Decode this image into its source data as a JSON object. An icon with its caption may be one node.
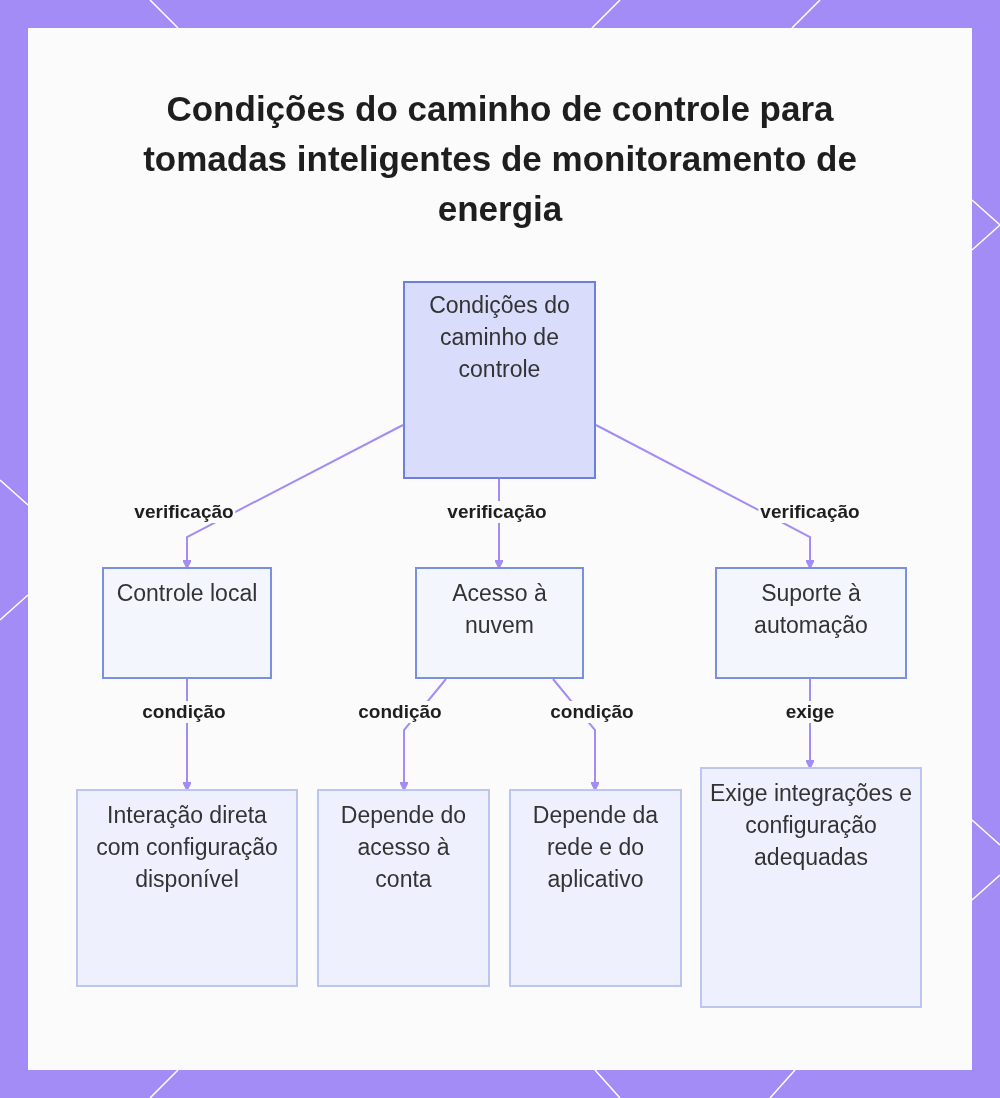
{
  "diagram": {
    "title": "Condições do caminho de controle para tomadas inteligentes de monitoramento de energia",
    "nodes": [
      {
        "text": [
          "Condições do caminho de controle"
        ]
      },
      {
        "text": [
          "Controle local"
        ]
      },
      {
        "text": [
          "Acesso à nuvem"
        ]
      },
      {
        "text": [
          "Suporte à automação"
        ]
      },
      {
        "text": [
          "Interação direta com configuração disponível"
        ]
      },
      {
        "text": [
          "Depende do acesso à conta"
        ]
      },
      {
        "text": [
          "Depende da rede e do aplicativo"
        ]
      },
      {
        "text": [
          "Exige integrações e configuração adequadas"
        ]
      }
    ],
    "edges": [
      {
        "from": 0,
        "to": 1,
        "arrow": "to",
        "label": "verificação"
      },
      {
        "from": 0,
        "to": 2,
        "arrow": "to",
        "label": "verificação"
      },
      {
        "from": 0,
        "to": 3,
        "arrow": "to",
        "label": "verificação"
      },
      {
        "from": 1,
        "to": 4,
        "arrow": "to",
        "label": "condição"
      },
      {
        "from": 2,
        "to": 5,
        "arrow": "to",
        "label": "condição"
      },
      {
        "from": 2,
        "to": 6,
        "arrow": "to",
        "label": "condição"
      },
      {
        "from": 3,
        "to": 7,
        "arrow": "to",
        "label": "exige"
      }
    ]
  }
}
